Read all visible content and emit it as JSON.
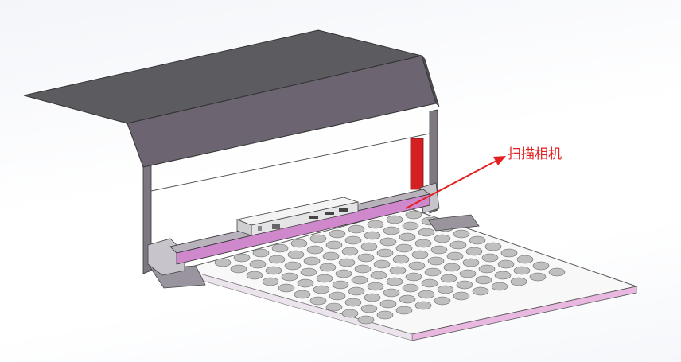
{
  "annotation": {
    "label": "扫描相机",
    "color": "#e42020"
  },
  "parts": {
    "hood": "hood",
    "base_plate": "base-plate",
    "scanner_bar": "scanner-bar",
    "camera_module": "camera-module",
    "sample_grid": {
      "rows": 10,
      "cols": 11
    }
  },
  "colors": {
    "hood_top": "#5c5b60",
    "hood_front": "#6c6470",
    "frame": "#8c8590",
    "rail": "#d088cc",
    "plate": "#f8f8f8",
    "plate_edge": "#e8b8e0",
    "red_post": "#d42020",
    "well": "#bfbfbf"
  }
}
